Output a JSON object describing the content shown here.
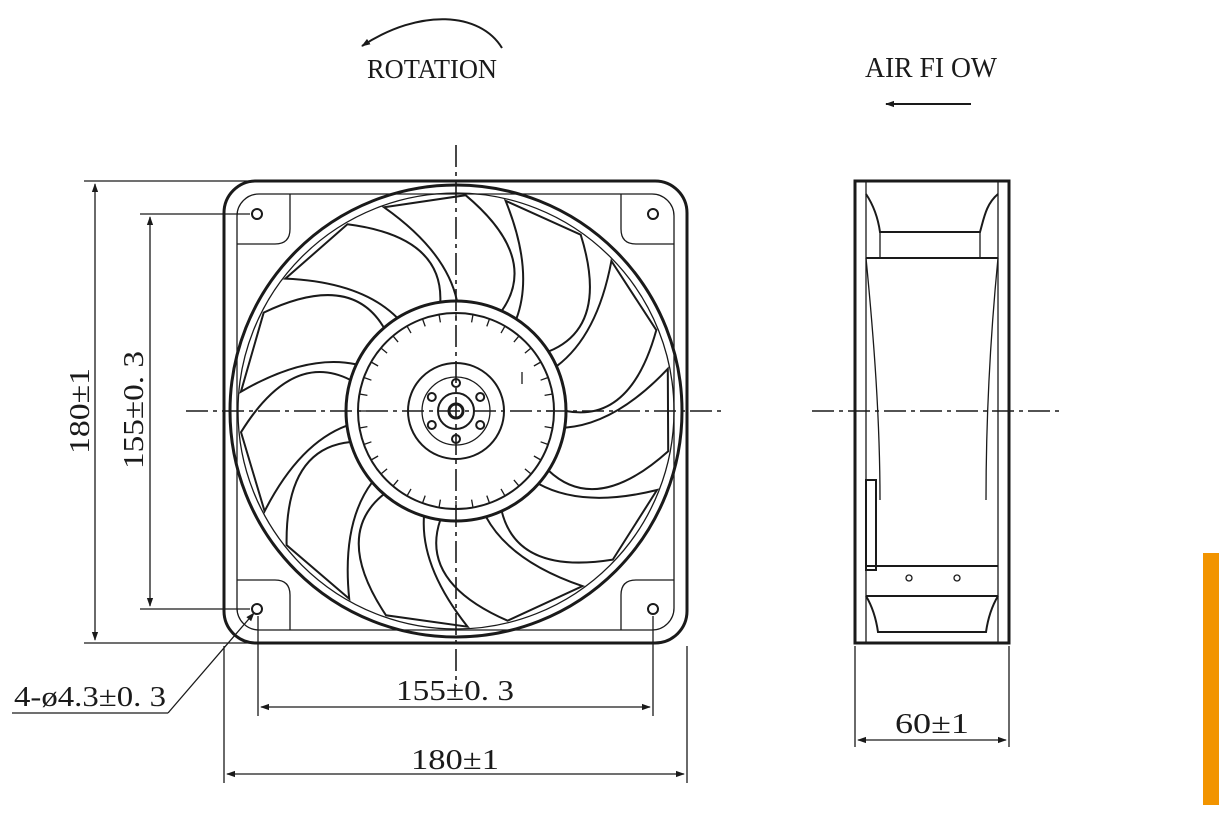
{
  "labels": {
    "rotation": "ROTATION",
    "airflow": "AIR FI OW",
    "dim_height_outer": "180±1",
    "dim_height_hole": "155±0. 3",
    "dim_width_hole": "155±0. 3",
    "dim_width_outer": "180±1",
    "dim_hole_spec": "4-ø4.3±0. 3",
    "dim_depth": "60±1"
  },
  "colors": {
    "line": "#1a1a1a",
    "accent": "#f29400"
  },
  "icons": {
    "rotation_arrow": "curved-arrow-left-icon",
    "airflow_arrow": "arrow-left-icon"
  },
  "fan": {
    "blade_count": 11
  }
}
